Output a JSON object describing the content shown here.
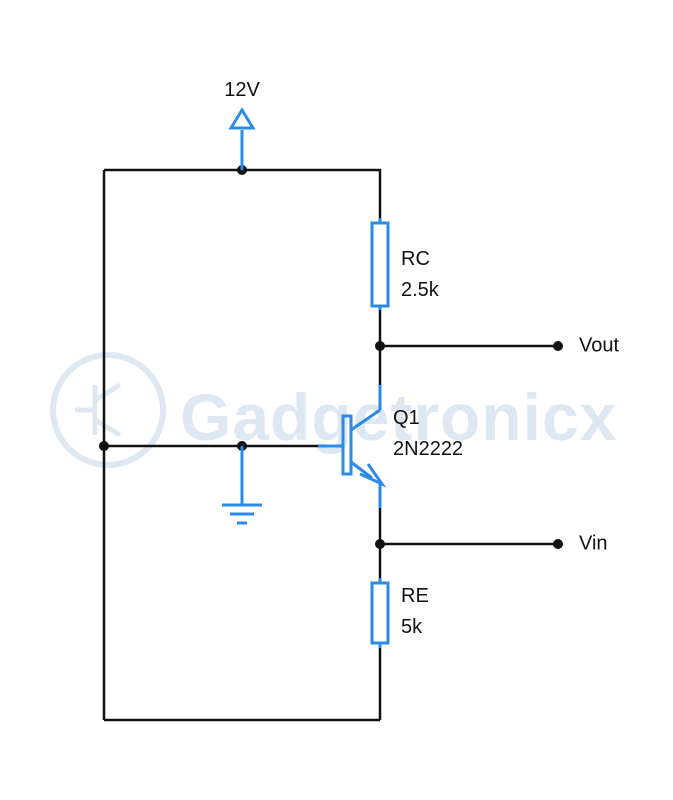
{
  "watermark": {
    "text": "Gadgetronicx"
  },
  "supply": {
    "label": "12V"
  },
  "rc": {
    "name": "RC",
    "value": "2.5k"
  },
  "re": {
    "name": "RE",
    "value": "5k"
  },
  "transistor": {
    "name": "Q1",
    "part": "2N2222"
  },
  "terminals": {
    "out": "Vout",
    "in": "Vin"
  },
  "colors": {
    "wire": "#111111",
    "component": "#2b8be6",
    "watermark": "#dbe6f2"
  }
}
